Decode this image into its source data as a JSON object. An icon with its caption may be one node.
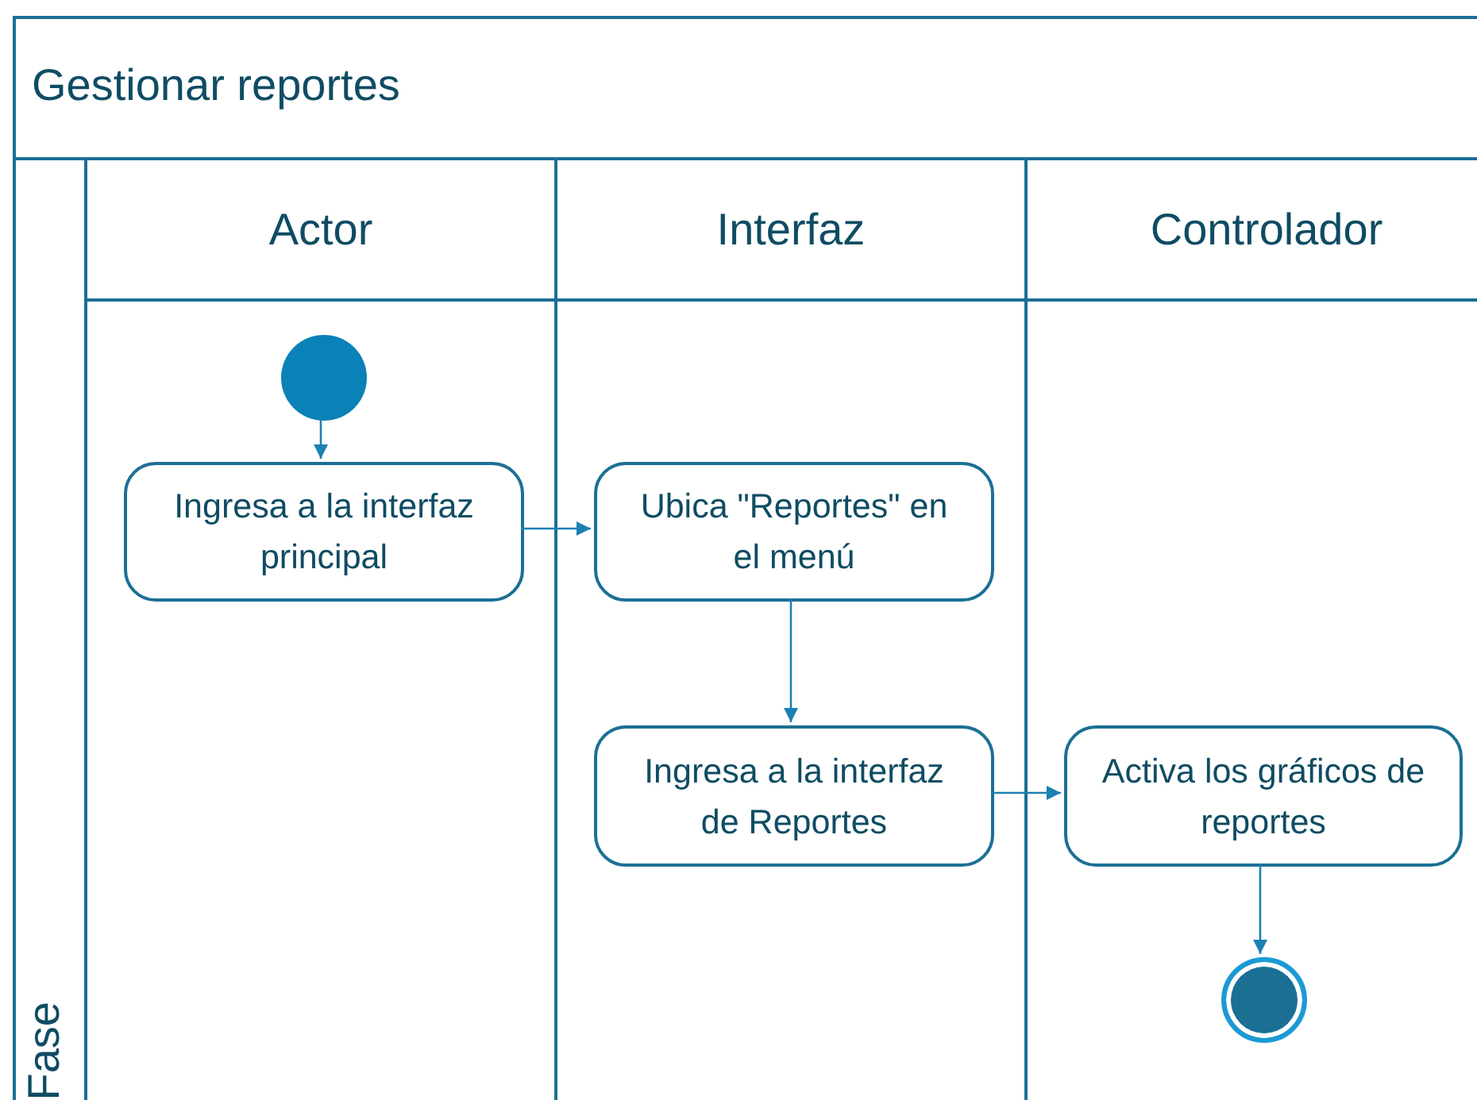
{
  "diagram": {
    "nodes": [
      {
        "text": [
          "Gestionar reportes"
        ]
      },
      {
        "text": [
          "Fase"
        ],
        "in": 0
      },
      {
        "text": [
          "Actor"
        ],
        "in": 0
      },
      {
        "text": [
          "Interfaz"
        ],
        "in": 0
      },
      {
        "text": [
          "Controlador"
        ],
        "in": 0
      },
      {
        "text": [],
        "shape": "circle",
        "in": 2
      },
      {
        "text": [
          "Ingresa a la interfaz principal"
        ],
        "in": 2
      },
      {
        "text": [
          "Ubica \"Reportes\" en el menú"
        ],
        "in": 3
      },
      {
        "text": [
          "Ingresa a la interfaz de Reportes"
        ],
        "in": 3
      },
      {
        "text": [
          "Activa los gráficos de reportes"
        ],
        "in": 4
      },
      {
        "text": [],
        "shape": "final-circle",
        "in": 4
      }
    ],
    "edges": [
      {
        "from": 5,
        "to": 6,
        "arrow": "to"
      },
      {
        "from": 6,
        "to": 7,
        "arrow": "to"
      },
      {
        "from": 7,
        "to": 8,
        "arrow": "to"
      },
      {
        "from": 8,
        "to": 9,
        "arrow": "to"
      },
      {
        "from": 9,
        "to": 10,
        "arrow": "to"
      }
    ]
  }
}
